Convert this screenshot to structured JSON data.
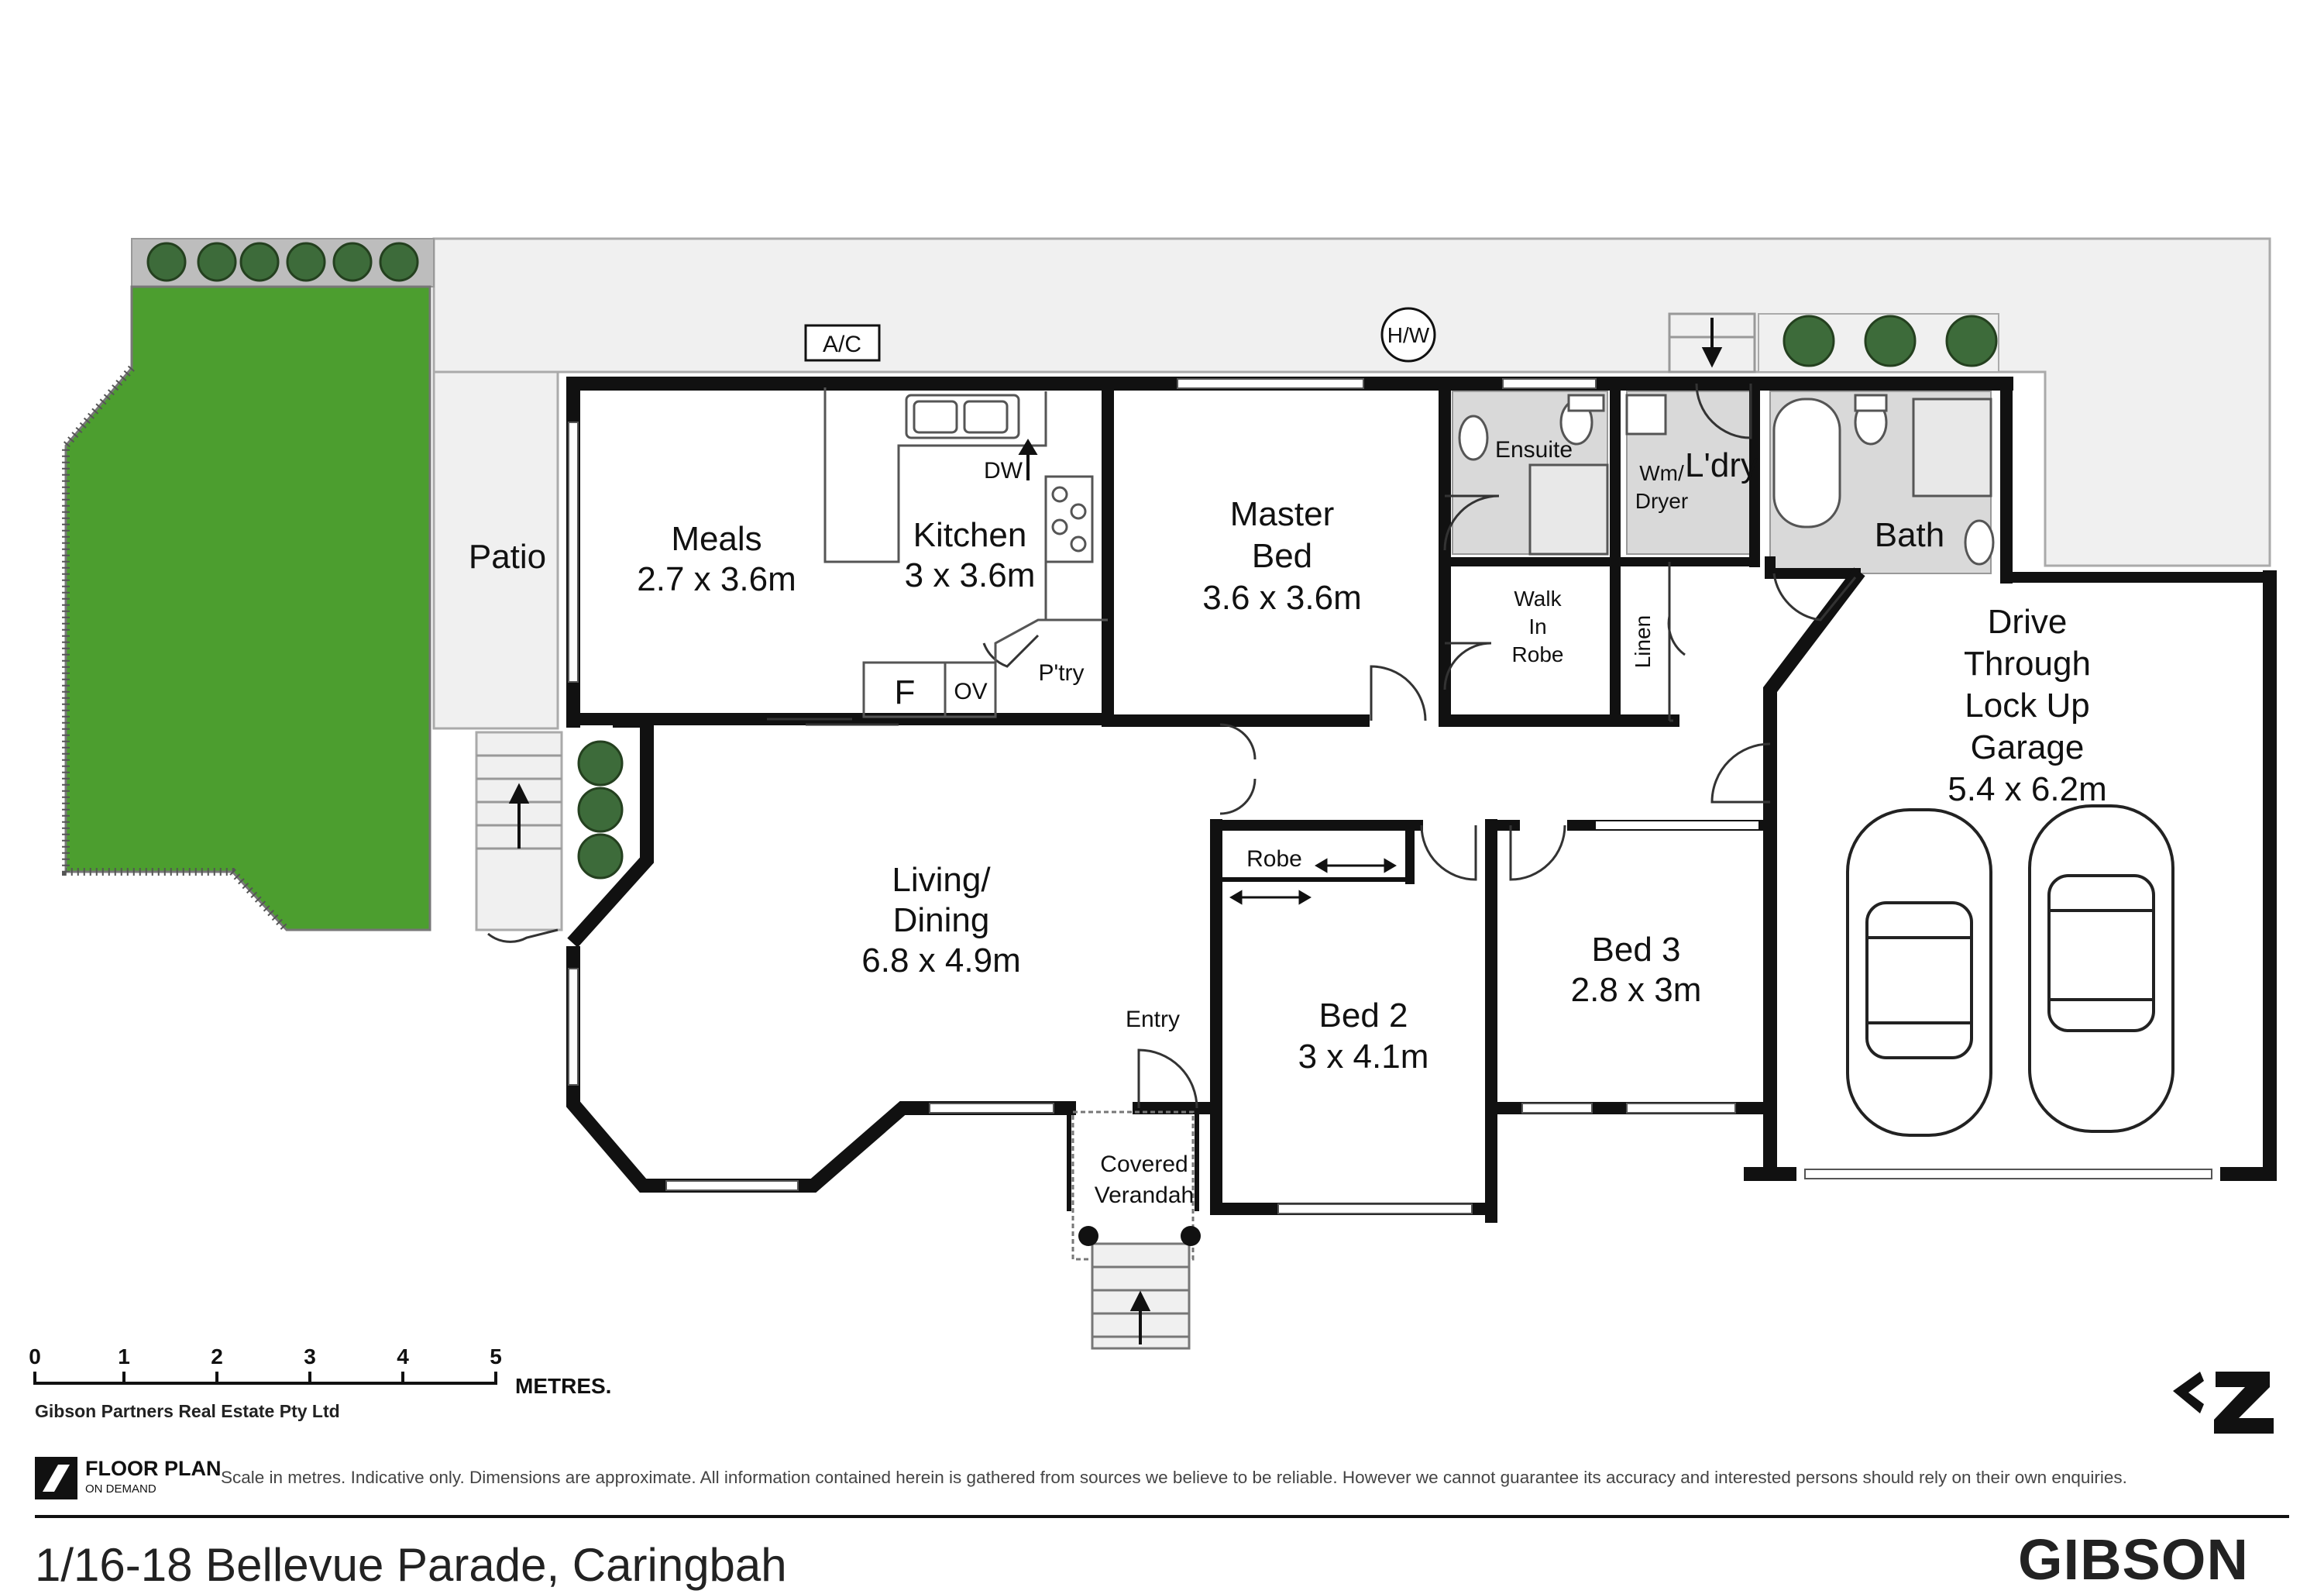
{
  "plan": {
    "labels": {
      "ac": "A/C",
      "hw": "H/W",
      "patio": "Patio",
      "meals_name": "Meals",
      "meals_dim": "2.7 x 3.6m",
      "kitchen_name": "Kitchen",
      "kitchen_dim": "3 x 3.6m",
      "dw": "DW",
      "fridge": "F",
      "oven": "OV",
      "pantry": "P'try",
      "master_name_1": "Master",
      "master_name_2": "Bed",
      "master_dim": "3.6 x 3.6m",
      "ensuite": "Ensuite",
      "walkin_1": "Walk",
      "walkin_2": "In",
      "walkin_3": "Robe",
      "linen": "Linen",
      "wm_1": "Wm/",
      "wm_2": "Dryer",
      "laundry": "L'dry",
      "bath": "Bath",
      "garage_1": "Drive",
      "garage_2": "Through",
      "garage_3": "Lock Up",
      "garage_4": "Garage",
      "garage_dim": "5.4 x 6.2m",
      "living_1": "Living/",
      "living_2": "Dining",
      "living_dim": "6.8 x 4.9m",
      "robe": "Robe",
      "bed2_name": "Bed 2",
      "bed2_dim": "3 x 4.1m",
      "bed3_name": "Bed 3",
      "bed3_dim": "2.8 x 3m",
      "entry": "Entry",
      "verandah_1": "Covered",
      "verandah_2": "Verandah"
    },
    "colors": {
      "wall": "#111111",
      "lawn": "#4c9e2f",
      "paving": "#f0f0f0",
      "wet_floor": "#d9d9d9",
      "tree": "#3d6b3a"
    }
  },
  "scale_bar": {
    "ticks": [
      "0",
      "1",
      "2",
      "3",
      "4",
      "5"
    ],
    "unit": "METRES."
  },
  "agency": "Gibson Partners Real Estate Pty Ltd",
  "fpod": {
    "title": "FLOOR PLAN",
    "subtitle": "ON DEMAND"
  },
  "disclaimer": "Scale in metres. Indicative only. Dimensions are approximate. All information contained herein is gathered from sources we believe to be reliable. However we cannot guarantee its accuracy and interested persons should rely on their own enquiries.",
  "address": "1/16-18 Bellevue Parade, Caringbah",
  "brand": "GIBSON"
}
